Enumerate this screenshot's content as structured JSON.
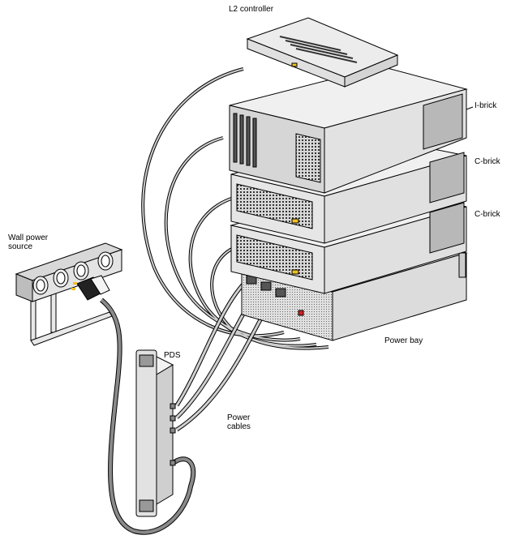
{
  "figure": {
    "type": "hardware-cabling-diagram",
    "labels": {
      "l2_controller": "L2 controller",
      "i_brick": "I-brick",
      "c_brick_1": "C-brick",
      "c_brick_2": "C-brick",
      "wall_power": "Wall power\nsource",
      "power_bay": "Power bay",
      "pds": "PDS",
      "power_cables": "Power\ncables"
    },
    "colors": {
      "chassis_light": "#e4e4e4",
      "chassis_mid": "#cfcfcf",
      "chassis_dark": "#a8a8a8",
      "cable": "#9a9a9a",
      "outline": "#000000",
      "accent_yellow": "#f0c020",
      "accent_red": "#d02020"
    }
  }
}
